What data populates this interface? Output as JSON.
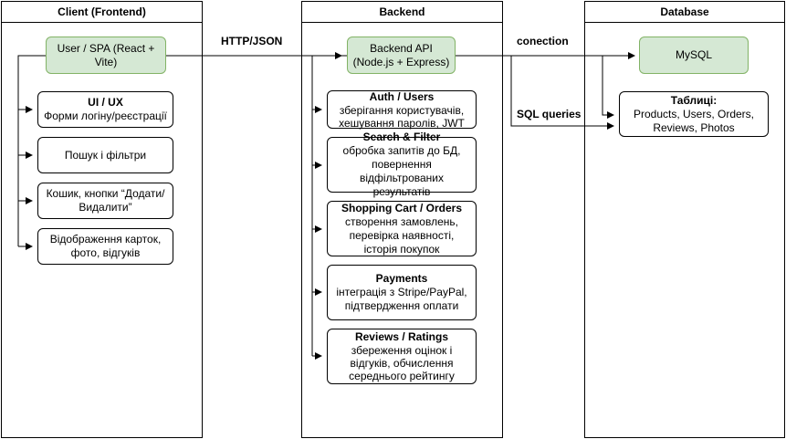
{
  "lanes": {
    "client": "Client (Frontend)",
    "backend": "Backend",
    "database": "Database"
  },
  "nodes": {
    "spa": "User / SPA (React + Vite)",
    "api": "Backend API (Node.js + Express)",
    "mysql": "MySQL"
  },
  "client_boxes": [
    {
      "title": "UI / UX",
      "text": "Форми логіну/реєстрації"
    },
    {
      "title": "",
      "text": "Пошук і фільтри"
    },
    {
      "title": "",
      "text": "Кошик, кнопки “Додати/ Видалити”"
    },
    {
      "title": "",
      "text": "Відображення карток, фото, відгуків"
    }
  ],
  "backend_boxes": [
    {
      "title": "Auth / Users",
      "text": "зберігання користувачів, хешування паролів, JWT"
    },
    {
      "title": "Search & Filter",
      "text": "обробка запитів до БД, повернення відфільтрованих результатів"
    },
    {
      "title": "Shopping Cart / Orders",
      "text": "створення замовлень, перевірка наявності, історія покупок"
    },
    {
      "title": "Payments",
      "text": "інтеграція з Stripe/PayPal, підтвердження оплати"
    },
    {
      "title": "Reviews / Ratings",
      "text": "збереження оцінок і відгуків, обчислення середнього рейтингу"
    }
  ],
  "tables_box": {
    "title": "Таблиці:",
    "text": "Products, Users, Orders, Reviews, Photos"
  },
  "edge_labels": {
    "http": "HTTP/JSON",
    "connection": "conection",
    "sql": "SQL queries"
  },
  "colors": {
    "node_fill": "#d5e8d4",
    "node_stroke": "#82b366",
    "line": "#000000"
  }
}
